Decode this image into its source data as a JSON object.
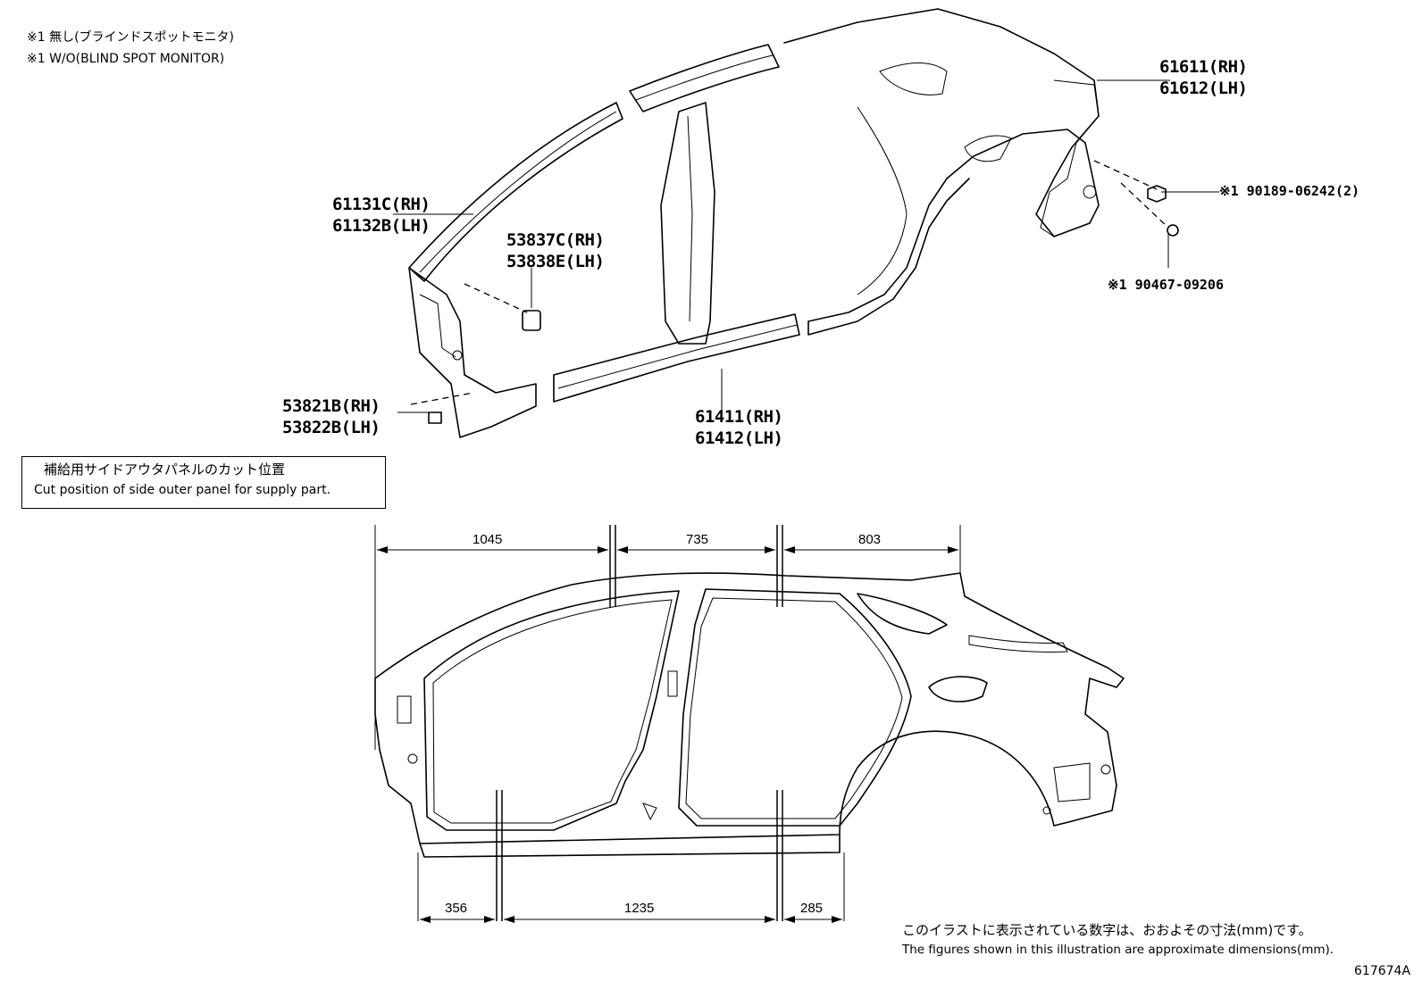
{
  "notes": {
    "note_jp": "※1 無し(ブラインドスポットモニタ)",
    "note_en": "※1 W/O(BLIND SPOT MONITOR)"
  },
  "parts": {
    "p61611": "61611(RH)",
    "p61612": "61612(LH)",
    "p61131": "61131C(RH)",
    "p61132": "61132B(LH)",
    "p53837": "53837C(RH)",
    "p53838": "53838E(LH)",
    "p53821": "53821B(RH)",
    "p53822": "53822B(LH)",
    "p61411": "61411(RH)",
    "p61412": "61412(LH)",
    "p90189": "※1 90189-06242(2)",
    "p90467": "※1 90467-09206"
  },
  "cut_box": {
    "title_jp": "補給用サイドアウタパネルのカット位置",
    "title_en": "Cut position of side outer panel for supply part."
  },
  "dimensions": {
    "top": [
      "1045",
      "735",
      "803"
    ],
    "bottom": [
      "356",
      "1235",
      "285"
    ]
  },
  "footer": {
    "note_jp": "このイラストに表示されている数字は、おおよその寸法(mm)です。",
    "note_en": "The figures shown in this illustration are approximate dimensions(mm).",
    "code": "617674A"
  }
}
